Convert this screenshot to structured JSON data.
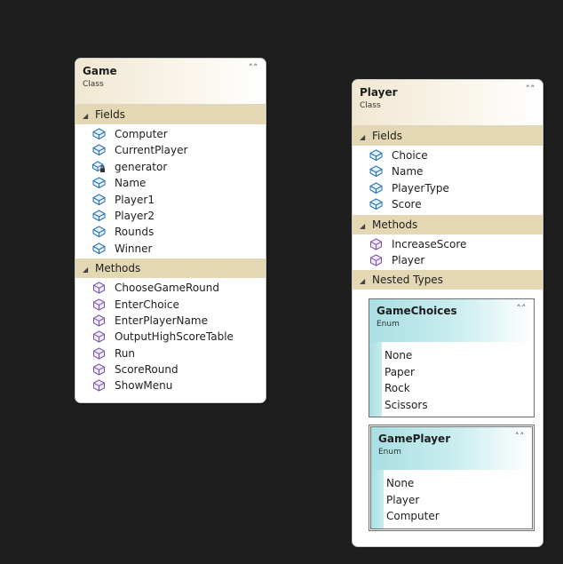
{
  "game": {
    "name": "Game",
    "kind": "Class",
    "fields_label": "Fields",
    "fields": [
      {
        "name": "Computer",
        "icon": "field-icon"
      },
      {
        "name": "CurrentPlayer",
        "icon": "field-icon"
      },
      {
        "name": "generator",
        "icon": "private-field-icon"
      },
      {
        "name": "Name",
        "icon": "field-icon"
      },
      {
        "name": "Player1",
        "icon": "field-icon"
      },
      {
        "name": "Player2",
        "icon": "field-icon"
      },
      {
        "name": "Rounds",
        "icon": "field-icon"
      },
      {
        "name": "Winner",
        "icon": "field-icon"
      }
    ],
    "methods_label": "Methods",
    "methods": [
      {
        "name": "ChooseGameRound",
        "icon": "method-icon"
      },
      {
        "name": "EnterChoice",
        "icon": "method-icon"
      },
      {
        "name": "EnterPlayerName",
        "icon": "method-icon"
      },
      {
        "name": "OutputHighScoreTable",
        "icon": "method-icon"
      },
      {
        "name": "Run",
        "icon": "method-icon"
      },
      {
        "name": "ScoreRound",
        "icon": "method-icon"
      },
      {
        "name": "ShowMenu",
        "icon": "method-icon"
      }
    ]
  },
  "player": {
    "name": "Player",
    "kind": "Class",
    "fields_label": "Fields",
    "fields": [
      {
        "name": "Choice",
        "icon": "field-icon"
      },
      {
        "name": "Name",
        "icon": "field-icon"
      },
      {
        "name": "PlayerType",
        "icon": "field-icon"
      },
      {
        "name": "Score",
        "icon": "field-icon"
      }
    ],
    "methods_label": "Methods",
    "methods": [
      {
        "name": "IncreaseScore",
        "icon": "method-icon"
      },
      {
        "name": "Player",
        "icon": "method-icon"
      }
    ],
    "nested_label": "Nested Types",
    "nested": [
      {
        "name": "GameChoices",
        "kind": "Enum",
        "values": [
          "None",
          "Paper",
          "Rock",
          "Scissors"
        ]
      },
      {
        "name": "GamePlayer",
        "kind": "Enum",
        "values": [
          "None",
          "Player",
          "Computer"
        ]
      }
    ]
  },
  "colors": {
    "canvas": "#1e1e1e",
    "class_header": "#f1e8d2",
    "section_bar": "#e4d8b4",
    "enum_header": "#a8dfe3",
    "field_icon": "#1f6fb2",
    "method_icon": "#7a4fb0"
  }
}
